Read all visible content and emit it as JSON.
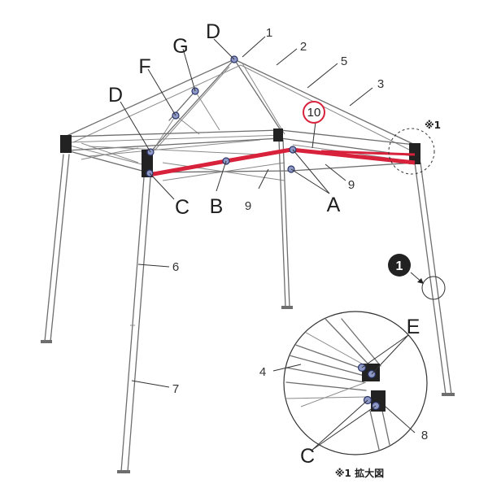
{
  "labels": {
    "letters": {
      "D": "D",
      "G": "G",
      "F": "F",
      "C": "C",
      "B": "B",
      "A": "A",
      "E": "E"
    },
    "numbers": {
      "n1": "1",
      "n2": "2",
      "n3": "3",
      "n4": "4",
      "n5": "5",
      "n6": "6",
      "n7": "7",
      "n8": "8",
      "n9": "9",
      "n10": "10"
    },
    "step_marker": "1",
    "zoom_ref": "※1",
    "zoom_caption": "※1 拡大図"
  },
  "colors": {
    "highlight_bar": "#d8213a",
    "frame": "#6e6e6e",
    "joint_fill": "#8f99c7",
    "joint_stroke": "#2b3567",
    "text": "#1f1f1f"
  },
  "icons": {
    "step_marker": "circled-number-icon",
    "zoom_circle": "dashed-zoom-circle-icon"
  }
}
